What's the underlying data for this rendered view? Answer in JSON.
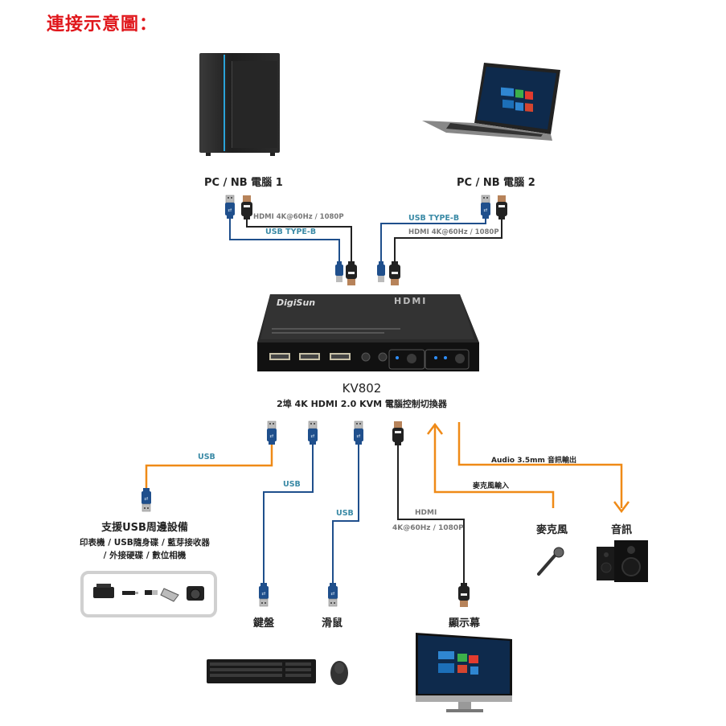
{
  "title": "連接示意圖：",
  "sources": [
    {
      "label": "PC / NB 電腦 1",
      "device": "desktop-tower"
    },
    {
      "label": "PC / NB 電腦 2",
      "device": "laptop"
    }
  ],
  "upstream_cables": {
    "pc1_hdmi": "HDMI 4K@60Hz / 1080P",
    "pc1_usb": "USB TYPE-B",
    "pc2_usb": "USB TYPE-B",
    "pc2_hdmi": "HDMI 4K@60Hz / 1080P"
  },
  "switch": {
    "brand": "DigiSun",
    "hdmi_logo": "HDMI",
    "model": "KV802",
    "description": "2埠 4K HDMI 2.0 KVM 電腦控制切換器"
  },
  "downstream_cables": {
    "usb_peripheral": "USB",
    "usb_keyboard": "USB",
    "usb_mouse": "USB",
    "hdmi_line1": "HDMI",
    "hdmi_line2": "4K@60Hz / 1080P",
    "audio_out": "Audio 3.5mm 音訊輸出",
    "mic_in": "麥克風輸入"
  },
  "outputs": {
    "usb_devices_title": "支援USB周邊設備",
    "usb_devices_line1": "印表機 / USB隨身碟 / 藍芽接收器",
    "usb_devices_line2": "/ 外接硬碟 / 數位相機",
    "usb_devices_icons": [
      "printer-icon",
      "usb-flash-drive-icon",
      "bluetooth-dongle-icon",
      "external-hdd-icon",
      "camera-icon"
    ],
    "keyboard": "鍵盤",
    "mouse": "滑鼠",
    "monitor": "顯示幕",
    "microphone": "麥克風",
    "speaker": "音訊"
  },
  "colors": {
    "title_red": "#e0161b",
    "usb_blue": "#1f4f8c",
    "usb_label": "#3a8aa6",
    "hdmi_black": "#222222",
    "audio_orange": "#ef8a17"
  }
}
